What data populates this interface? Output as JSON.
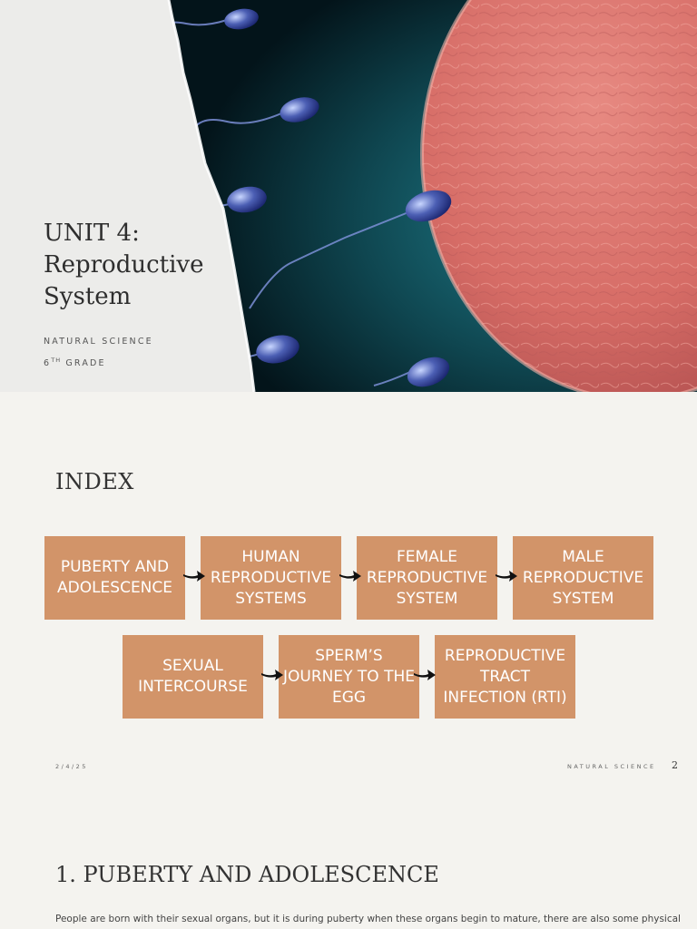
{
  "slide1": {
    "title_line1": "UNIT 4:",
    "title_line2": "Reproductive",
    "title_line3": "System",
    "subject": "NATURAL SCIENCE",
    "grade_number": "6",
    "grade_suffix": "TH",
    "grade_word": "GRADE"
  },
  "slide2": {
    "title": "INDEX",
    "topics_row1": [
      "PUBERTY AND ADOLESCENCE",
      "HUMAN REPRODUCTIVE SYSTEMS",
      "FEMALE REPRODUCTIVE SYSTEM",
      "MALE REPRODUCTIVE SYSTEM"
    ],
    "topics_row2": [
      "SEXUAL INTERCOURSE",
      "SPERM’S JOURNEY TO THE EGG",
      "REPRODUCTIVE TRACT INFECTION (RTI)"
    ],
    "footer_date": "2/4/25",
    "footer_subject": "NATURAL SCIENCE",
    "page_number": "2"
  },
  "slide3": {
    "title": "1. PUBERTY AND ADOLESCENCE",
    "body": "People are born with their sexual organs, but it is during puberty when these organs begin to mature, there are also some physical"
  },
  "colors": {
    "box_fill": "#d29469",
    "egg": "#d9736f",
    "background_dark": "#0e3a44"
  }
}
